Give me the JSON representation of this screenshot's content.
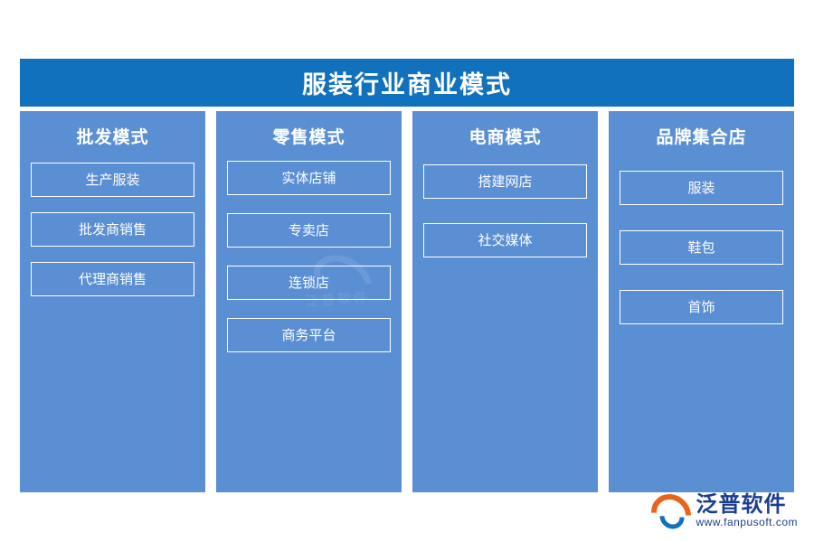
{
  "diagram": {
    "title": "服装行业商业模式",
    "columns": [
      {
        "title": "批发模式",
        "items": [
          "生产服装",
          "批发商销售",
          "代理商销售"
        ]
      },
      {
        "title": "零售模式",
        "items": [
          "实体店铺",
          "专卖店",
          "连锁店",
          "商务平台"
        ]
      },
      {
        "title": "电商模式",
        "items": [
          "搭建网店",
          "社交媒体"
        ]
      },
      {
        "title": "品牌集合店",
        "items": [
          "服装",
          "鞋包",
          "首饰"
        ]
      }
    ]
  },
  "watermark": {
    "text": "泛普软件"
  },
  "logo": {
    "name": "泛普软件",
    "url": "www.fanpusoft.com"
  },
  "colors": {
    "header": "#1271bd",
    "panel": "#5b8fd4",
    "text": "#ffffff",
    "logo_orange": "#e8641c",
    "logo_blue": "#1b3f8f"
  }
}
